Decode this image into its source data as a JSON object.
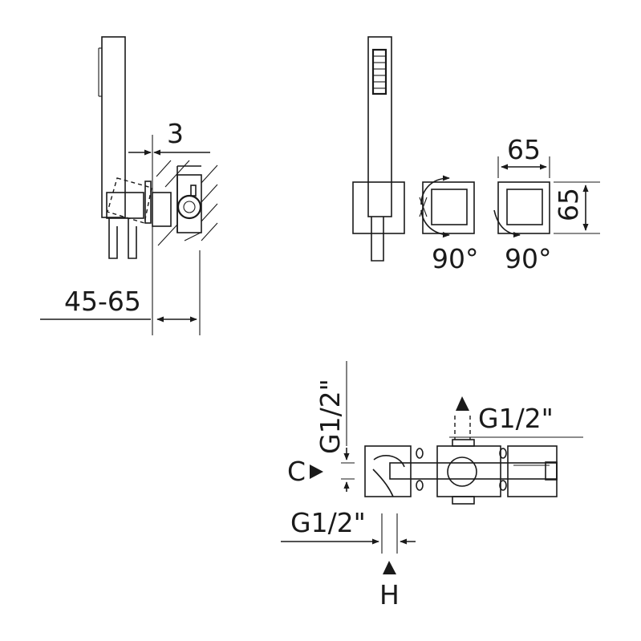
{
  "side_view": {
    "dim_wall_gap": "3",
    "dim_depth": "45-65"
  },
  "top_view": {
    "dim_width": "65",
    "dim_height": "65",
    "rotation_left": "90°",
    "rotation_right": "90°"
  },
  "body_view": {
    "thread_vertical": "G1/2\"",
    "thread_top": "G1/2\"",
    "thread_bottom": "G1/2\"",
    "label_cold": "C",
    "label_hot": "H"
  }
}
